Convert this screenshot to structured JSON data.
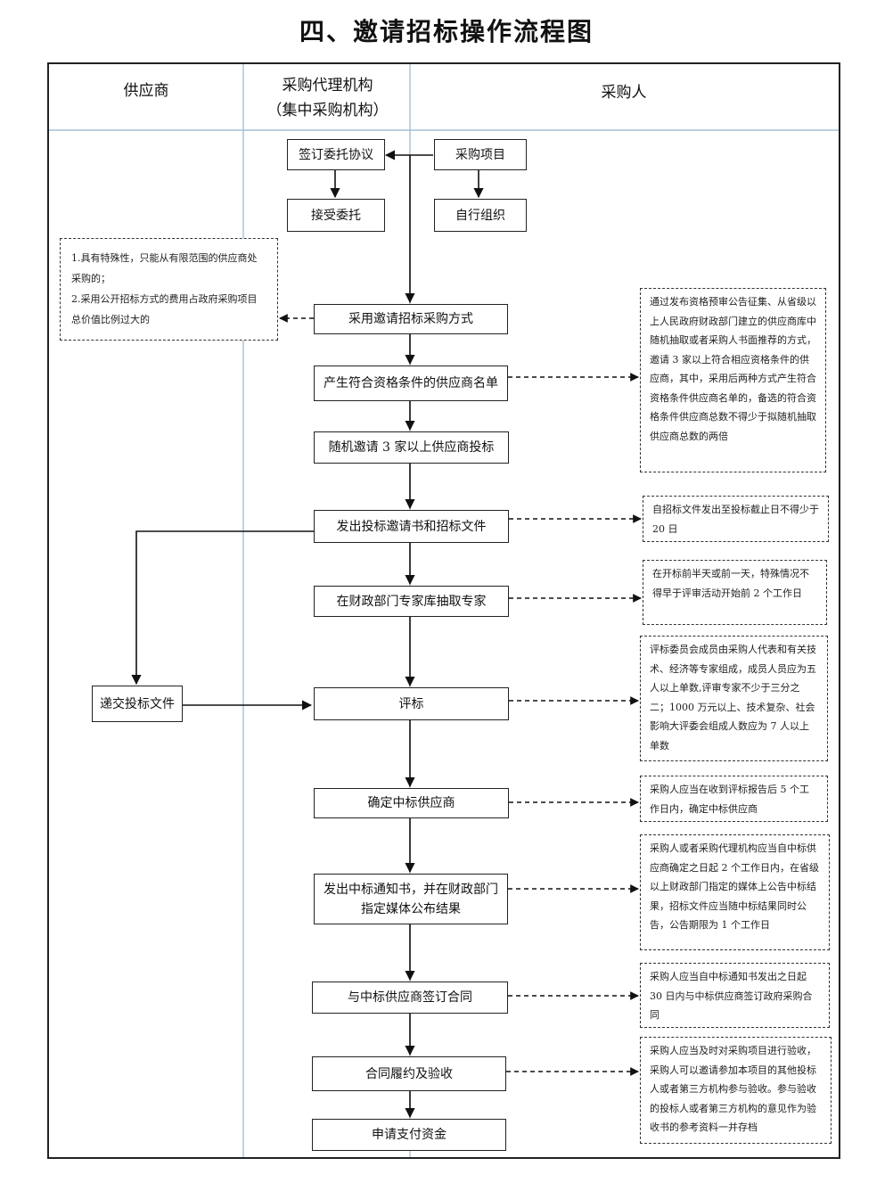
{
  "title": "四、邀请招标操作流程图",
  "lanes": {
    "supplier": "供应商",
    "agency_line1": "采购代理机构",
    "agency_line2": "（集中采购机构）",
    "purchaser": "采购人"
  },
  "steps": {
    "sign_agreement": "签订委托协议",
    "purchase_project": "采购项目",
    "accept_commission": "接受委托",
    "self_organize": "自行组织",
    "invite_method": "采用邀请招标采购方式",
    "qualified_list": "产生符合资格条件的供应商名单",
    "random_invite": "随机邀请 3 家以上供应商投标",
    "issue_docs": "发出投标邀请书和招标文件",
    "draw_experts": "在财政部门专家库抽取专家",
    "submit_bid": "递交投标文件",
    "evaluate": "评标",
    "confirm_winner": "确定中标供应商",
    "notice_line1": "发出中标通知书，并在财政部门",
    "notice_line2": "指定媒体公布结果",
    "sign_contract": "与中标供应商签订合同",
    "perform_accept": "合同履约及验收",
    "apply_payment": "申请支付资金"
  },
  "notes": {
    "conditions": [
      "1.具有特殊性，只能从有限范围的供应商处采购的；",
      "2.采用公开招标方式的费用占政府采购项目总价值比例过大的"
    ],
    "qualified_list": "通过发布资格预审公告征集、从省级以上人民政府财政部门建立的供应商库中随机抽取或者采购人书面推荐的方式，邀请 3 家以上符合相应资格条件的供应商，其中，采用后两种方式产生符合资格条件供应商名单的，备选的符合资格条件供应商总数不得少于拟随机抽取供应商总数的两倍",
    "issue_docs": "自招标文件发出至投标截止日不得少于 20 日",
    "draw_experts": "在开标前半天或前一天，特殊情况不得早于评审活动开始前 2 个工作日",
    "evaluate": "评标委员会成员由采购人代表和有关技术、经济等专家组成，成员人员应为五人以上单数,评审专家不少于三分之二；1000 万元以上、技术复杂、社会影响大评委会组成人数应为 7 人以上单数",
    "confirm_winner": "采购人应当在收到评标报告后 5 个工作日内，确定中标供应商",
    "notice": "采购人或者采购代理机构应当自中标供应商确定之日起 2 个工作日内，在省级以上财政部门指定的媒体上公告中标结果，招标文件应当随中标结果同时公告，公告期限为 1 个工作日",
    "sign_contract": "采购人应当自中标通知书发出之日起 30 日内与中标供应商签订政府采购合同",
    "perform_accept": "采购人应当及时对采购项目进行验收，采购人可以邀请参加本项目的其他投标人或者第三方机构参与验收。参与验收的投标人或者第三方机构的意见作为验收书的参考资料一并存档"
  }
}
